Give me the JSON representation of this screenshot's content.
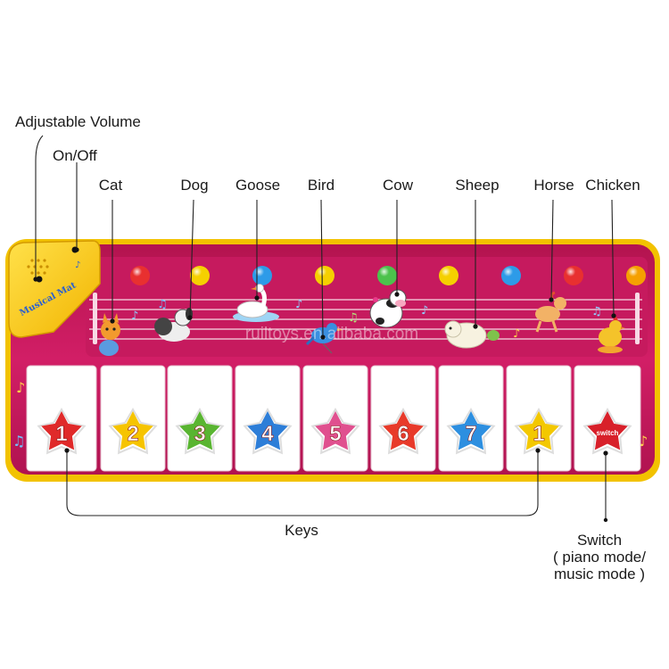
{
  "callouts": {
    "volume": "Adjustable Volume",
    "power": "On/Off",
    "keys": "Keys",
    "switch_lines": [
      "Switch",
      "( piano mode/",
      "music mode )"
    ]
  },
  "animals": [
    "Cat",
    "Dog",
    "Goose",
    "Bird",
    "Cow",
    "Sheep",
    "Horse",
    "Chicken"
  ],
  "mat": {
    "badge_text": "Musical Mat",
    "watermark": "ruiltoys.en.alibaba.com",
    "key_numbers": [
      "1",
      "2",
      "3",
      "4",
      "5",
      "6",
      "7",
      "1"
    ],
    "switch_text": "switch"
  },
  "colors": {
    "mat_pink": "#c8175d",
    "mat_border": "#f2c200",
    "badge_yellow": "#f7c600",
    "key_white": "#ffffff",
    "star_colors": [
      "#e02a2a",
      "#f6c400",
      "#59b531",
      "#2d7ed8",
      "#e0508f",
      "#e83a2a",
      "#2d8fe0",
      "#f3c800",
      "#d8202a"
    ],
    "bubble_colors": [
      "#e83030",
      "#f5d000",
      "#2d9be8",
      "#f5d000",
      "#4cc24c",
      "#f5d000",
      "#2d9be8",
      "#e83030",
      "#f5a000"
    ]
  }
}
